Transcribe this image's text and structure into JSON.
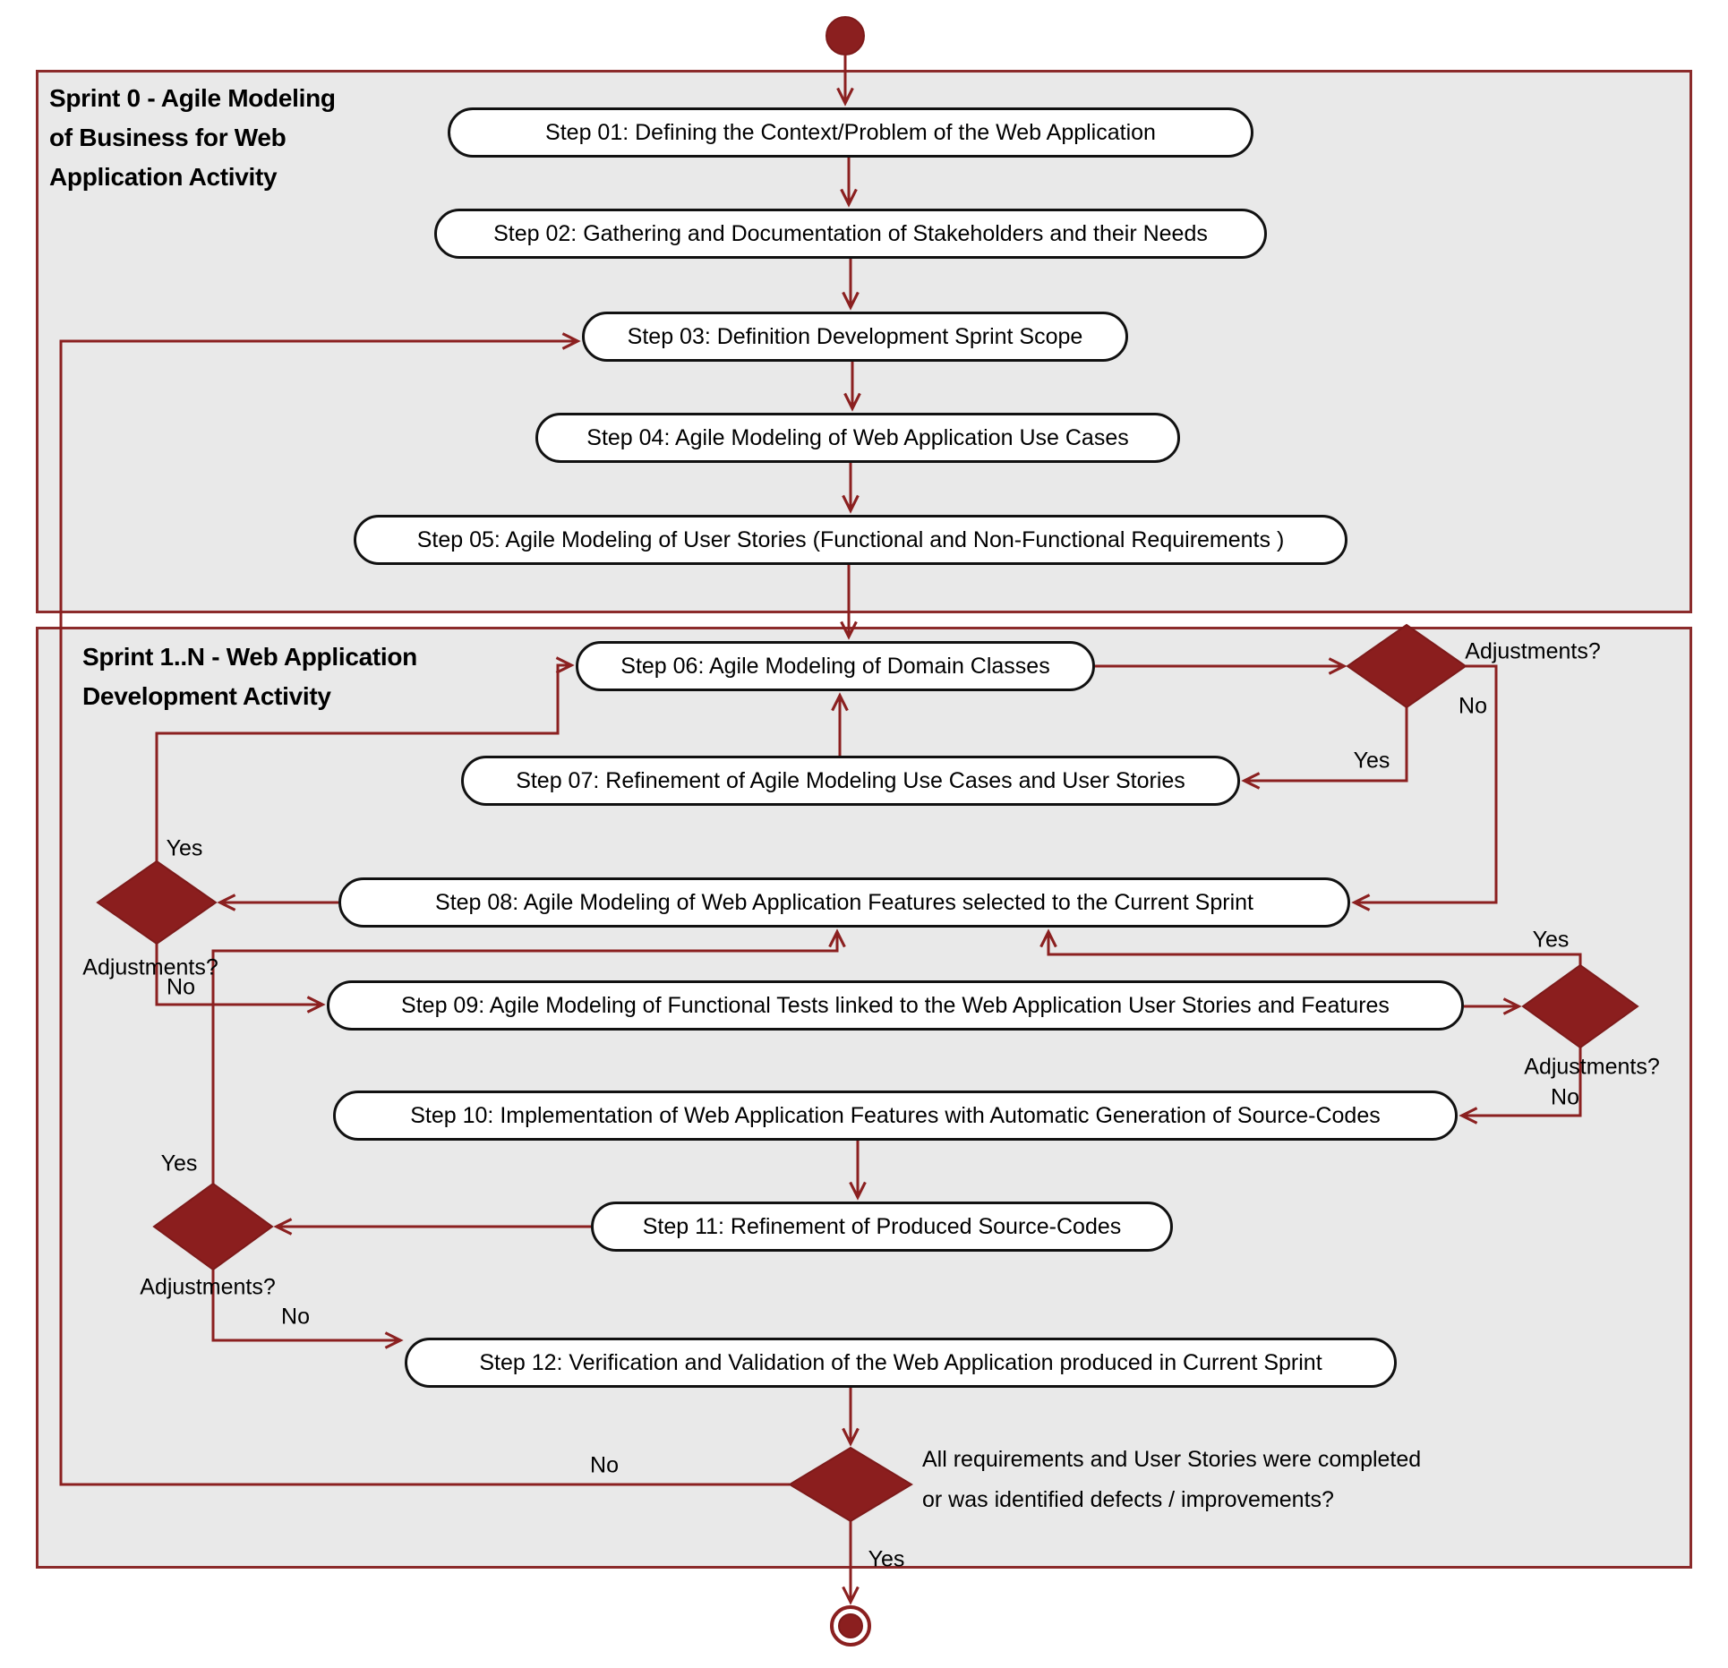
{
  "diagram": {
    "type": "uml-activity-flowchart",
    "colors": {
      "accent_maroon": "#8B2020",
      "diamond_fill": "#8B1E1E",
      "container_fill": "#E9E9E9",
      "step_fill": "#FFFFFF",
      "step_border": "#111111",
      "text": "#000000"
    },
    "containers": [
      {
        "id": "sprint0",
        "label_lines": [
          "Sprint 0 - Agile Modeling",
          "of Business for Web",
          "Application Activity"
        ]
      },
      {
        "id": "sprint1n",
        "label_lines": [
          "Sprint 1..N - Web Application",
          "Development Activity"
        ]
      }
    ],
    "steps": [
      {
        "id": "step-01",
        "label": "Step 01: Defining the Context/Problem of the Web Application"
      },
      {
        "id": "step-02",
        "label": "Step 02: Gathering and Documentation of Stakeholders and their Needs"
      },
      {
        "id": "step-03",
        "label": "Step 03: Definition Development Sprint Scope"
      },
      {
        "id": "step-04",
        "label": "Step 04: Agile Modeling of Web Application Use Cases"
      },
      {
        "id": "step-05",
        "label": "Step 05: Agile Modeling of User Stories (Functional and Non-Functional Requirements )"
      },
      {
        "id": "step-06",
        "label": "Step 06: Agile Modeling of Domain Classes"
      },
      {
        "id": "step-07",
        "label": "Step 07: Refinement of Agile Modeling Use Cases and User Stories"
      },
      {
        "id": "step-08",
        "label": "Step 08: Agile Modeling of Web Application Features selected to the Current Sprint"
      },
      {
        "id": "step-09",
        "label": "Step 09: Agile Modeling of Functional Tests linked to the Web Application User Stories and Features"
      },
      {
        "id": "step-10",
        "label": "Step 10: Implementation of Web Application Features with Automatic Generation of Source-Codes"
      },
      {
        "id": "step-11",
        "label": "Step 11: Refinement of Produced Source-Codes"
      },
      {
        "id": "step-12",
        "label": "Step 12: Verification and Validation of the Web Application produced in Current Sprint"
      }
    ],
    "decisions": [
      {
        "id": "adjustments-after-step06",
        "question": "Adjustments?",
        "yes": "Yes",
        "no": "No"
      },
      {
        "id": "adjustments-after-step08",
        "question": "Adjustments?",
        "yes": "Yes",
        "no": "No"
      },
      {
        "id": "adjustments-after-step09",
        "question": "Adjustments?",
        "yes": "Yes",
        "no": "No"
      },
      {
        "id": "adjustments-after-step11",
        "question": "Adjustments?",
        "yes": "Yes",
        "no": "No"
      },
      {
        "id": "final-completion-check",
        "question_lines": [
          "All requirements and User Stories were completed",
          "or was identified defects / improvements?"
        ],
        "yes": "Yes",
        "no": "No"
      }
    ]
  }
}
